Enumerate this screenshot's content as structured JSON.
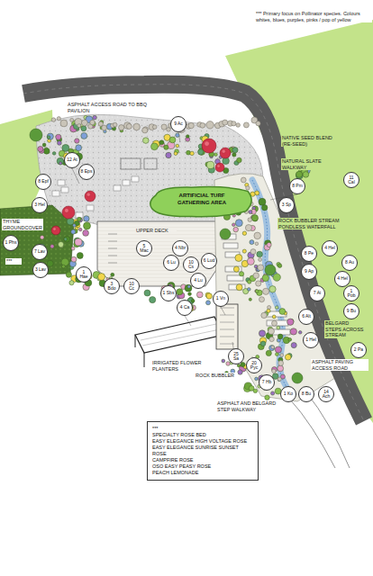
{
  "diagram": {
    "nodes": [
      {
        "text": [
          "ARTIFICIAL TURF GATHERING AREA"
        ]
      },
      {
        "text": [
          "***",
          "SPECIALTY ROSE BED",
          "EASY ELEGANCE HIGH VOLTAGE ROSE",
          "EASY ELEGANCE SUNRISE SUNSET ROSE",
          "CAMPFIRE ROSE",
          "OSO EASY PEASY ROSE",
          "PEACH LEMONADE"
        ]
      }
    ],
    "labels": [
      "*** Primary focus on Pollinator species. Colours whites, blues, purples, pinks / pop of yellow",
      "ASPHALT ACCESS ROAD TO BBQ PAVILION",
      "NATIVE SEED BLEND (RE-SEED)",
      "NATURAL SLATE WALKWAY",
      "ROCK BUBBLER STREAM PONDLESS WATERFALL",
      "THYME GROUNDCOVER",
      "UPPER DECK",
      "BELGARD STEPS ACROSS STREAM",
      "IRRIGATED FLOWER PLANTERS",
      "ROCK BUBBLER",
      "ASPHALT AND BELGARD STEP WALKWAY",
      "ASPHALT PAVING ACCESS ROAD",
      "***",
      "9 Ac",
      "12 At",
      "8 Eps",
      "8 Epf",
      "3 Hel",
      "8 Pm",
      "11 Cal",
      "3 Sp",
      "8 Pe",
      "4 Hel",
      "8 Au",
      "9 Ap",
      "4 Hel",
      "1 Pob",
      "7 Ai",
      "9 Bu",
      "6 Alt",
      "1 Hel",
      "2 Pa",
      "1 Phs",
      "7 Lav",
      "3 Lav",
      "1 Hae",
      "3 Bdo",
      "10 Cc",
      "5 Mac",
      "4 Nbr",
      "6 Lu",
      "10 Cs",
      "4 Lu",
      "6 Lud",
      "1 Sbs",
      "4 Ca",
      "1 Vn",
      "25 Sa",
      "20 Pyc",
      "7 Hb",
      "1 Ko",
      "8 Bu",
      "14 Ach"
    ]
  }
}
